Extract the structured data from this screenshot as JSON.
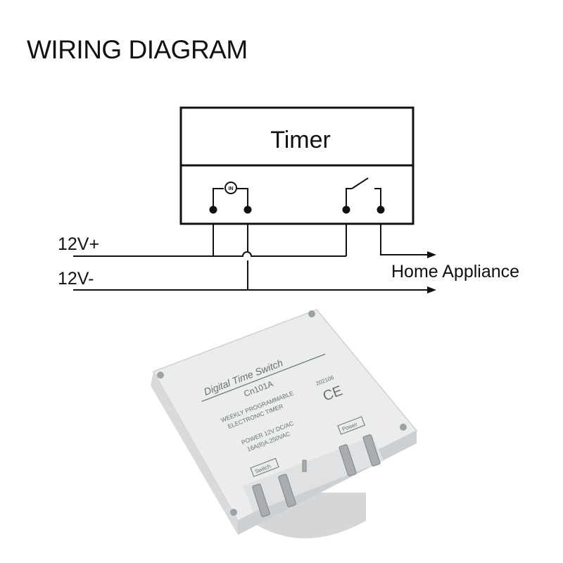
{
  "title": "WIRING DIAGRAM",
  "diagram": {
    "timer_label": "Timer",
    "in_symbol": "IN",
    "supply_positive": "12V+",
    "supply_negative": "12V-",
    "load_label": "Home Appliance"
  },
  "product": {
    "brand_line": "Digital Time Switch",
    "model": "Cn101A",
    "date_code": "202106",
    "cert_mark": "CE",
    "description_1": "WEEKLY PROGRAMMABLE",
    "description_2": "ELECTRONIC TIMER",
    "power_1": "POWER 12V DC/AC",
    "power_2": "16A(8)A.250VAC",
    "switch_tag": "Switch",
    "power_tag": "Power"
  },
  "colors": {
    "line": "#111111",
    "housing": "#e9eaeb",
    "housing_shadow": "#c9cbcd",
    "terminal": "#a9adb0",
    "print": "#6a6f72"
  }
}
